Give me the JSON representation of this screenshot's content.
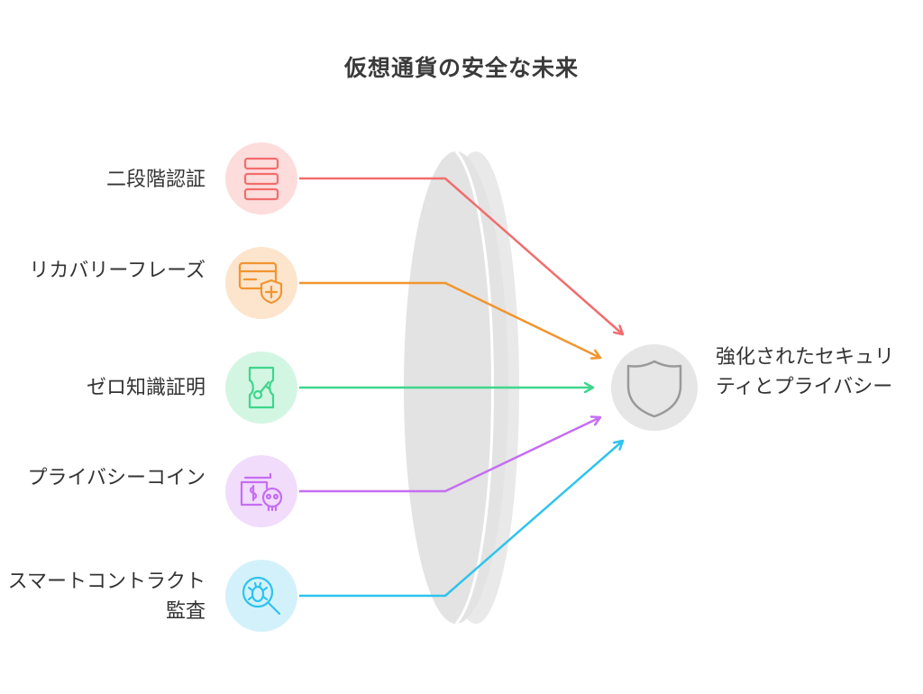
{
  "title": "仮想通貨の安全な未来",
  "items": [
    {
      "label": "二段階認証",
      "color": "#f26d6d",
      "bg": "#fddcdc",
      "icon": "stacked-layers-icon"
    },
    {
      "label": "リカバリーフレーズ",
      "color": "#f0952e",
      "bg": "#fde4cc",
      "icon": "card-shield-icon"
    },
    {
      "label": "ゼロ知識証明",
      "color": "#3dd68c",
      "bg": "#d3f6e3",
      "icon": "ticket-key-icon"
    },
    {
      "label": "プライバシーコイン",
      "color": "#c56ef2",
      "bg": "#f1dcfb",
      "icon": "money-skull-icon"
    },
    {
      "label": "スマートコントラクト監査",
      "color": "#2ec3ee",
      "bg": "#d3f1fb",
      "icon": "bug-magnifier-icon"
    }
  ],
  "outcome": {
    "label": "強化されたセキュリティとプライバシー",
    "icon": "shield-icon",
    "bg": "#e6e6e6",
    "color": "#9a9a9a"
  },
  "lens": {
    "fill": "#e9e9e9",
    "edge": "#ffffff"
  }
}
